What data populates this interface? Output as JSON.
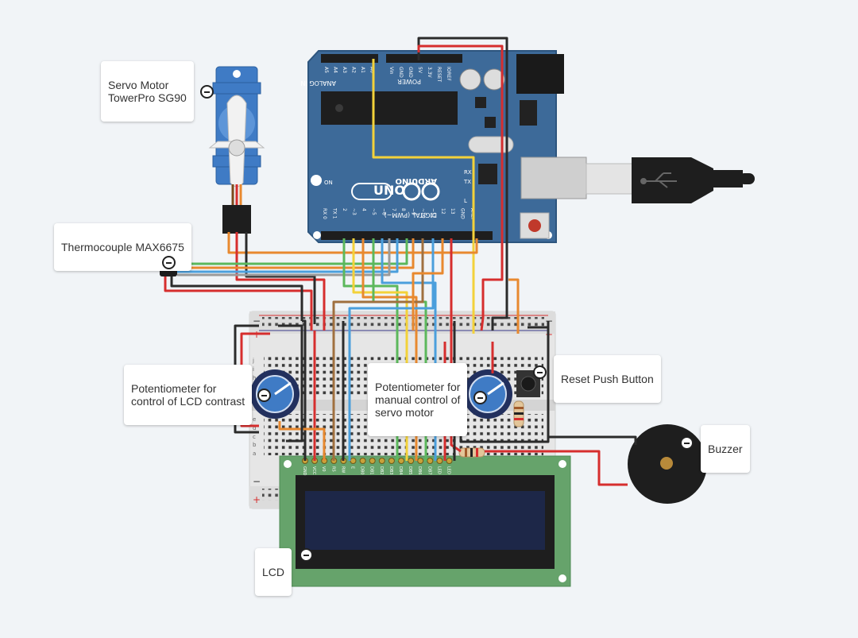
{
  "callouts": {
    "servo": "Servo Motor\nTowerPro SG90",
    "thermo": "Thermocouple MAX6675",
    "pot_lcd": "Potentiometer for\ncontrol of LCD contrast",
    "pot_servo": "Potentiometer for\nmanual control of\nservo motor",
    "reset": "Reset Push Button",
    "buzzer": "Buzzer",
    "lcd": "LCD"
  },
  "arduino": {
    "brand": "ARDUINO",
    "model": "UNO",
    "analog_label": "ANALOG IN",
    "power_label": "POWER",
    "digital_label": "DIGITAL (PWM~)",
    "on_label": "ON",
    "tx_label": "TX",
    "rx_label": "RX",
    "l_label": "L",
    "analog_pins": [
      "A5",
      "A4",
      "A3",
      "A2",
      "A1",
      "A0"
    ],
    "power_pins": [
      "Vin",
      "GND",
      "GND",
      "5V",
      "3.3V",
      "RESET",
      "IOREF"
    ],
    "digital_pins": [
      "RX 0",
      "TX 1",
      "2",
      "~3",
      "4",
      "~5",
      "~6",
      "7",
      "8",
      "~9",
      "~10",
      "~11",
      "12",
      "13",
      "GND",
      "AREF"
    ]
  },
  "lcd": {
    "pins": [
      "GND",
      "VCC",
      "V0",
      "RS",
      "RW",
      "E",
      "DB0",
      "DB1",
      "DB2",
      "DB3",
      "DB4",
      "DB5",
      "DB6",
      "DB7",
      "LED",
      "LED"
    ]
  },
  "colors": {
    "board": "#3d6a99",
    "breadboard": "#e8e8e8",
    "lcd_pcb": "#66a36b",
    "lcd_screen": "#1d2748",
    "wire_red": "#d62e2e",
    "wire_black": "#2b2b2b",
    "wire_orange": "#e8892f",
    "wire_yellow": "#f3d23a",
    "wire_green": "#5cb85c",
    "wire_blue": "#4b9fdc",
    "wire_gray": "#9a9a9a",
    "wire_brown": "#a0703f"
  }
}
